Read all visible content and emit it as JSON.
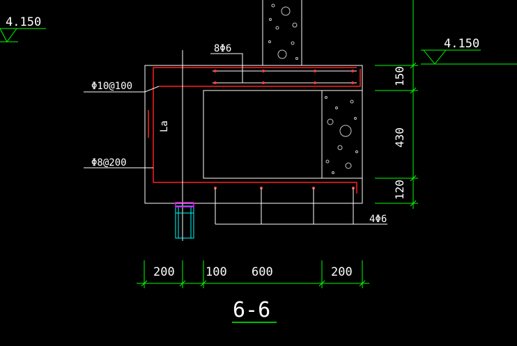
{
  "drawing": {
    "section_title": "6-6",
    "elevation_left": "4.150",
    "elevation_right": "4.150",
    "top_bar_label": "8Φ6",
    "stirrup_label": "Φ10@100",
    "bottom_stirrup_label": "Φ8@200",
    "anchorage_label": "La",
    "bottom_bar_label": "4Φ6",
    "dim_bottom": [
      "200",
      "100",
      "600",
      "200"
    ],
    "dim_right": [
      "150",
      "430",
      "120"
    ]
  },
  "colors": {
    "background": "#000000",
    "outline": "#ffffff",
    "rebar": "#ff2020",
    "dimension": "#00ff00",
    "window": "#00ffff",
    "marker": "#ff00ff"
  }
}
